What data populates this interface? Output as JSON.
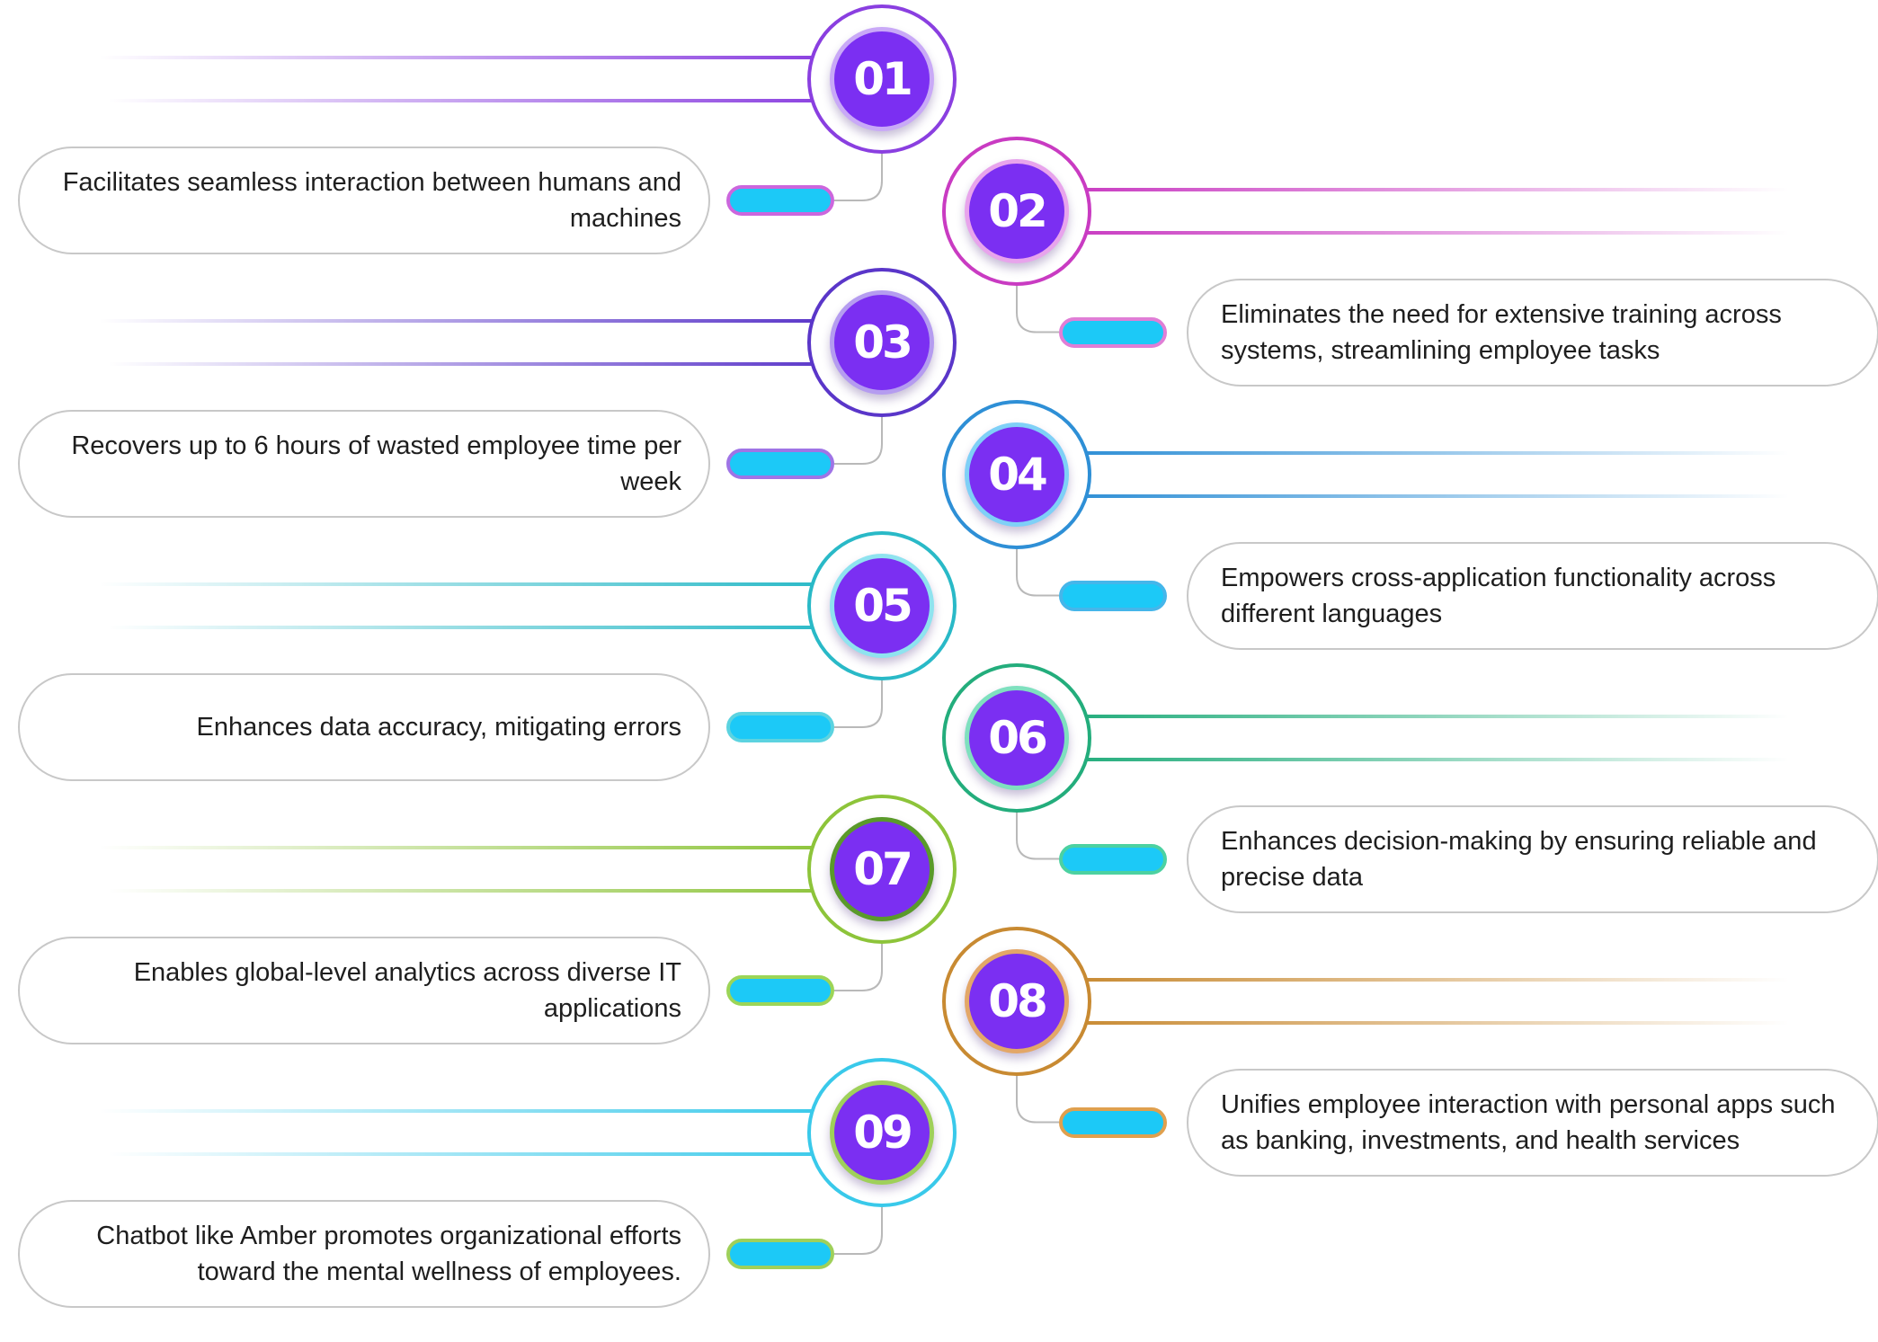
{
  "items": [
    {
      "number": "01",
      "text": "Facilitates seamless interaction between humans and machines",
      "side": "left",
      "color": "#8a3fe0",
      "badge_border": "#c9a9f7",
      "pill_border": "#cc66dd"
    },
    {
      "number": "02",
      "text": "Eliminates the need for extensive training across systems, streamlining employee tasks",
      "side": "right",
      "color": "#c93bc2",
      "badge_border": "#e8a4ec",
      "pill_border": "#e07ed6"
    },
    {
      "number": "03",
      "text": "Recovers up to 6 hours of wasted employee time per week",
      "side": "left",
      "color": "#5a36c9",
      "badge_border": "#b59cf0",
      "pill_border": "#9f74e6"
    },
    {
      "number": "04",
      "text": "Empowers cross-application functionality across different languages",
      "side": "right",
      "color": "#2e8fd6",
      "badge_border": "#7fd0f7",
      "pill_border": "#45b6ea"
    },
    {
      "number": "05",
      "text": "Enhances data accuracy, mitigating errors",
      "side": "left",
      "color": "#29b9c7",
      "badge_border": "#8fe3ef",
      "pill_border": "#5cd3e0"
    },
    {
      "number": "06",
      "text": "Enhances decision-making by ensuring reliable and precise data",
      "side": "right",
      "color": "#23ad7c",
      "badge_border": "#7fe0bf",
      "pill_border": "#4cd1a1"
    },
    {
      "number": "07",
      "text": "Enables global-level analytics across diverse IT applications",
      "side": "left",
      "color": "#8dc43a",
      "badge_border": "#5a9a2a",
      "pill_border": "#9cd557"
    },
    {
      "number": "08",
      "text": "Unifies employee interaction with personal apps such as banking, investments, and health services",
      "side": "right",
      "color": "#c88a32",
      "badge_border": "#e3a768",
      "pill_border": "#e0a04e"
    },
    {
      "number": "09",
      "text": "Chatbot like Amber promotes organizational efforts toward the mental wellness of employees.",
      "side": "left",
      "color": "#39c9ea",
      "badge_border": "#9fd05a",
      "pill_border": "#9fd05a"
    }
  ],
  "pill_fill": "#1cc9f7",
  "badge_fill": "#7b2ff2"
}
